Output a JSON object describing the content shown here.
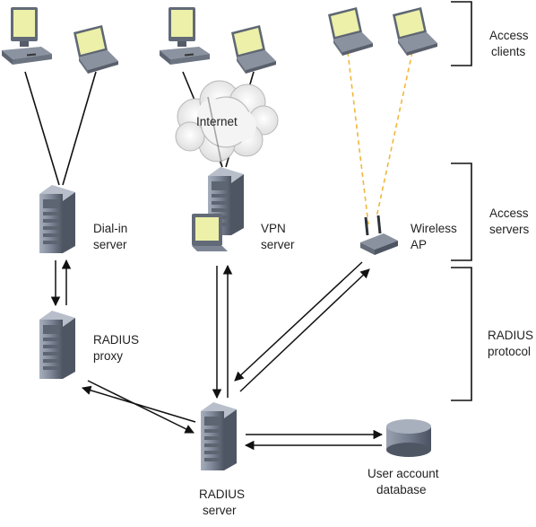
{
  "labels": {
    "internet": "Internet",
    "dialin_server": [
      "Dial-in",
      "server"
    ],
    "vpn_server": [
      "VPN",
      "server"
    ],
    "wireless_ap": [
      "Wireless",
      "AP"
    ],
    "radius_proxy": [
      "RADIUS",
      "proxy"
    ],
    "radius_server": [
      "RADIUS",
      "server"
    ],
    "user_db": [
      "User account",
      "database"
    ]
  },
  "groups": {
    "access_clients": [
      "Access",
      "clients"
    ],
    "access_servers": [
      "Access",
      "servers"
    ],
    "radius_protocol": [
      "RADIUS",
      "protocol"
    ]
  },
  "colors": {
    "wireless_link": "#f0b73a",
    "screen": "#ecf0a8",
    "device_body": "#7b8493",
    "cloud": "#eeeeee"
  }
}
